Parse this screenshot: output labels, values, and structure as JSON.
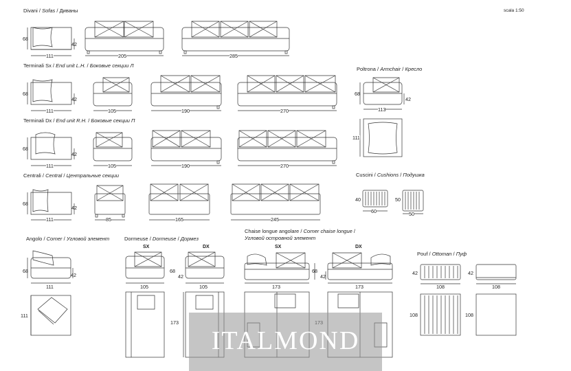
{
  "scale": "scala 1:50",
  "sections": {
    "sofas": {
      "it": "Divani",
      "en": "Sofas",
      "ru": "Диваны"
    },
    "end_lh": {
      "it": "Terminali Sx",
      "en": "End unit L.H.",
      "ru": "Боковые секции Л"
    },
    "end_rh": {
      "it": "Terminali Dx",
      "en": "End unit R.H.",
      "ru": "Боковые секции П"
    },
    "central": {
      "it": "Centrali",
      "en": "Central",
      "ru": "Центральные секции"
    },
    "armchair": {
      "it": "Poltrona",
      "en": "Armchair",
      "ru": "Кресло"
    },
    "cushions": {
      "it": "Cuscini",
      "en": "Cushions",
      "ru": "Подушка"
    },
    "corner": {
      "it": "Angolo",
      "en": "Corner",
      "ru": "Угловой элемент"
    },
    "dormeuse": {
      "it": "Dormeuse",
      "en": "Dormeuse",
      "ru": "Дормез"
    },
    "chaise": {
      "line1_it": "Chaise longue angolare",
      "line1_en": "Corner chaise longue",
      "line2_ru": "Угловой островной элемент"
    },
    "pouf": {
      "it": "Pouf",
      "en": "Ottoman",
      "ru": "Пуф"
    }
  },
  "sep": "/",
  "labels": {
    "sx": "SX",
    "dx": "DX"
  },
  "dims": {
    "d68": "68",
    "d42": "42",
    "d111": "111",
    "d205": "205",
    "d285": "285",
    "d105": "105",
    "d190": "190",
    "d270": "270",
    "d113": "113",
    "d85": "85",
    "d165": "165",
    "d245": "245",
    "d40": "40",
    "d60": "60",
    "d50": "50",
    "d173": "173",
    "d108": "108"
  },
  "watermark": "ITALMOND"
}
